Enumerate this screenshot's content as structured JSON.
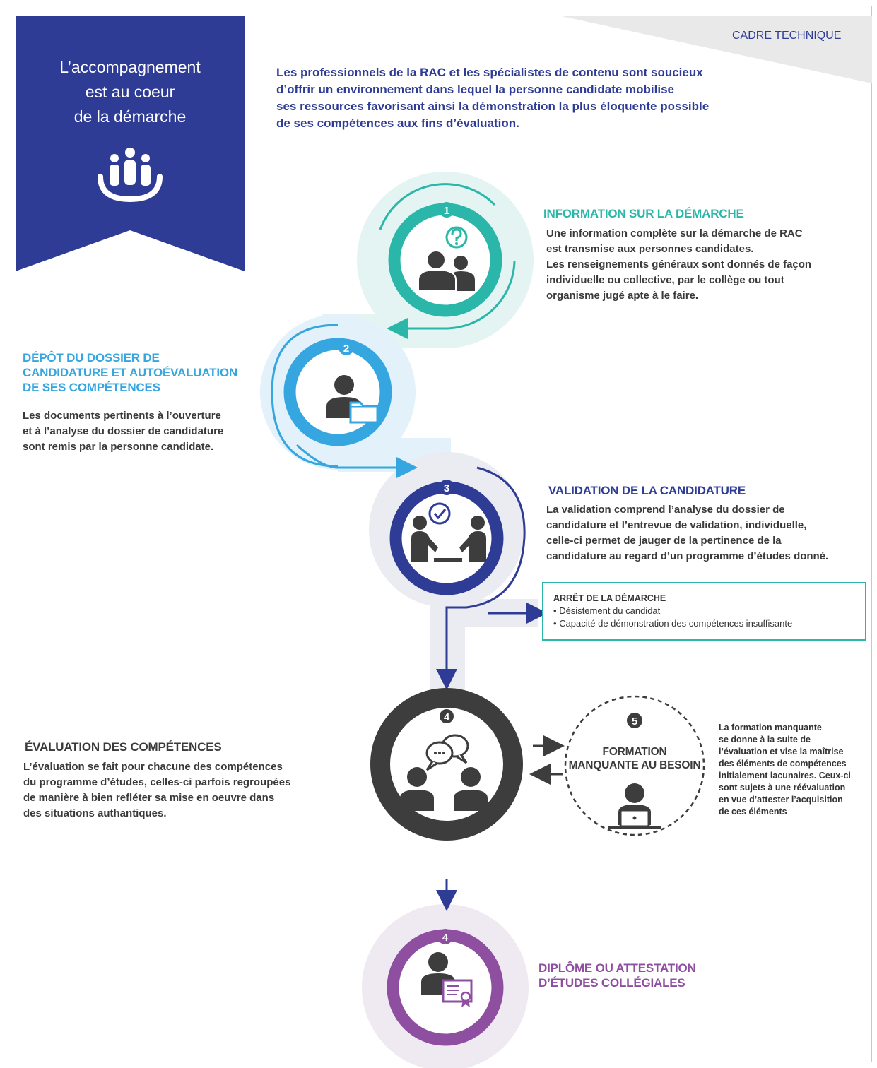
{
  "banner": {
    "line1": "L’accompagnement",
    "line2": "est au coeur",
    "line3": "de la démarche",
    "color": "#2f3c96"
  },
  "corner_label": "CADRE TECHNIQUE",
  "intro": {
    "line1": "Les professionnels de la RAC et les spécialistes de contenu sont soucieux",
    "line2": "d’offrir un environnement dans lequel la personne candidate mobilise",
    "line3": "ses ressources favorisant ainsi la démonstration la plus éloquente possible",
    "line4": "de ses compétences aux fins d’évaluation."
  },
  "steps": [
    {
      "number": "1",
      "title": "INFORMATION SUR LA DÉMARCHE",
      "text": [
        "Une information complète sur la démarche de RAC",
        "est transmise aux personnes candidates.",
        "Les renseignements généraux sont donnés de façon",
        "individuelle ou collective, par le collège ou tout",
        "organisme jugé apte à le faire."
      ],
      "color": "#2ab7a9",
      "icon": "question-people-icon"
    },
    {
      "number": "2",
      "title_lines": [
        "DÉPÔT DU DOSSIER DE",
        "CANDIDATURE ET AUTOÉVALUATION",
        "DE SES COMPÉTENCES"
      ],
      "text": [
        "Les documents pertinents à l’ouverture",
        "et à l’analyse du dossier de candidature",
        "sont remis par la personne candidate."
      ],
      "color": "#36a6e0",
      "icon": "person-folder-icon"
    },
    {
      "number": "3",
      "title": "VALIDATION DE LA CANDIDATURE",
      "text": [
        "La validation comprend l’analyse du dossier de",
        "candidature et l’entrevue de validation, individuelle,",
        "celle-ci permet de jauger de la pertinence de la",
        "candidature au regard d’un programme d’études donné."
      ],
      "color": "#2f3c96",
      "icon": "interview-icon"
    },
    {
      "number": "4",
      "title": "ÉVALUATION DES COMPÉTENCES",
      "text": [
        "L’évaluation se fait pour chacune des compétences",
        "du programme d’études, celles-ci parfois regroupées",
        "de manière à bien refléter sa mise en oeuvre dans",
        "des situations authantiques."
      ],
      "color": "#3d3d3d",
      "icon": "discussion-icon"
    },
    {
      "number": "5",
      "title_lines": [
        "FORMATION",
        "MANQUANTE AU BESOIN"
      ],
      "note": [
        "La formation manquante",
        "se donne à la suite de",
        "l’évaluation et vise la maîtrise",
        "des éléments de compétences",
        "initialement lacunaires. Ceux-ci",
        "sont sujets à une réévaluation",
        "en vue d’attester l’acquisition",
        "de ces éléments"
      ],
      "color": "#3d3d3d",
      "icon": "laptop-person-icon"
    },
    {
      "number": "4",
      "title_lines": [
        "DIPLÔME OU ATTESTATION",
        "D’ÉTUDES COLLÉGIALES"
      ],
      "color": "#8e4fa0",
      "icon": "diploma-icon"
    }
  ],
  "arret": {
    "title": "ARRÊT DE LA DÉMARCHE",
    "items": [
      "Désistement du candidat",
      "Capacité de démonstration des compétences insuffisante"
    ]
  },
  "bullet": "•"
}
